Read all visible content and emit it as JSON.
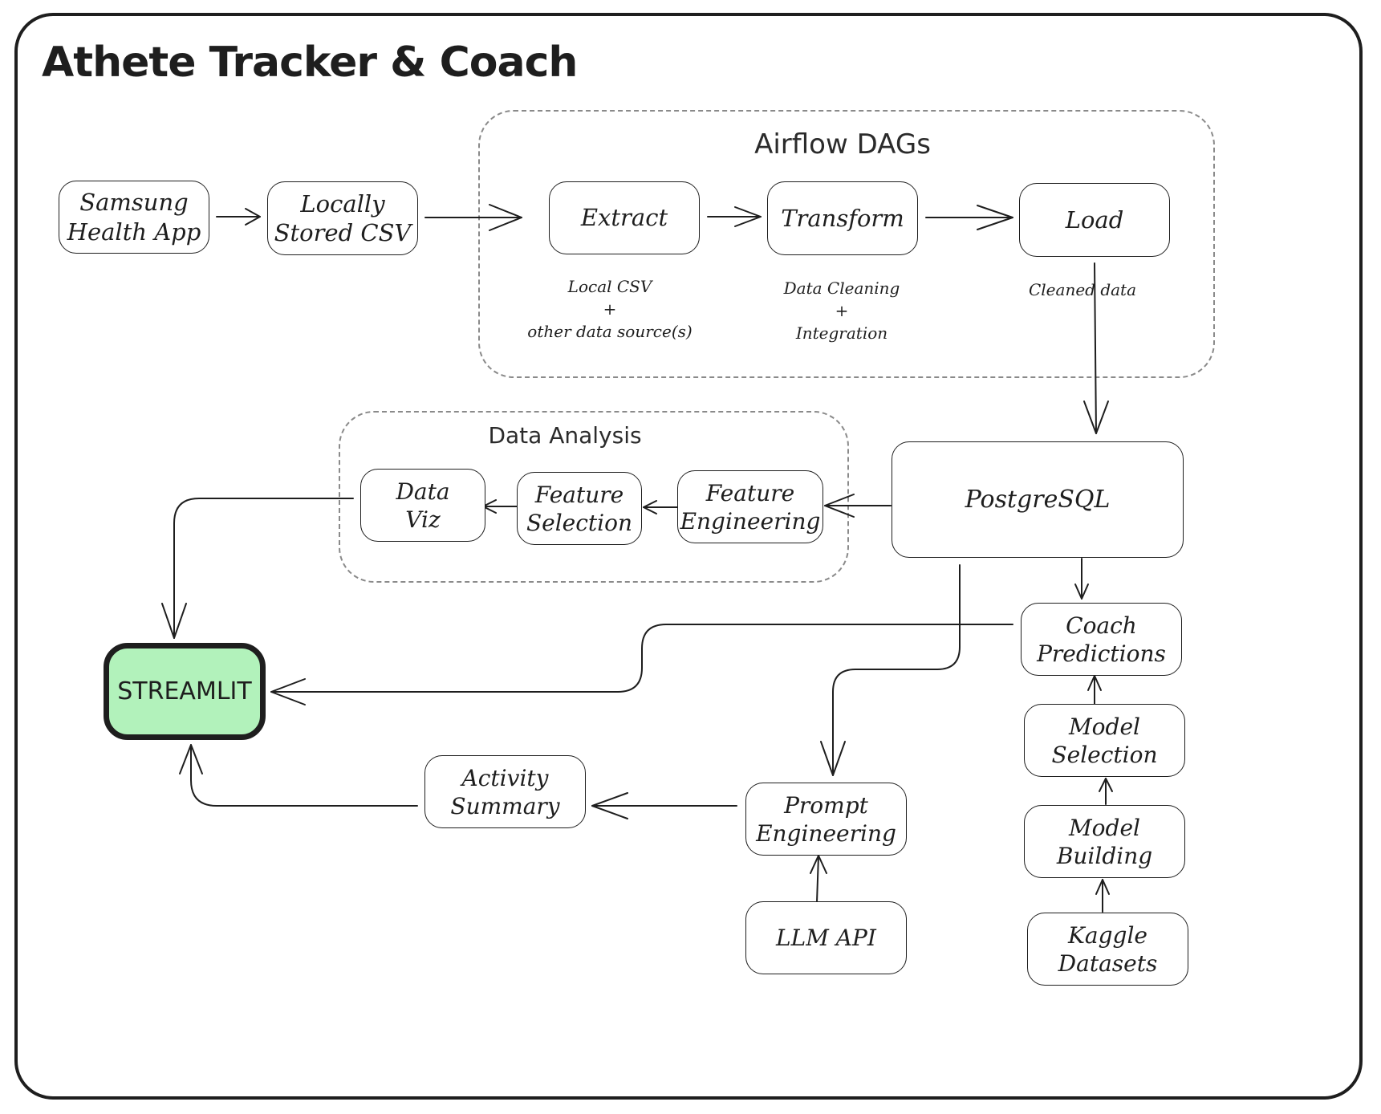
{
  "title": "Athete Tracker & Coach",
  "groups": {
    "airflow": "Airflow DAGs",
    "analysis": "Data Analysis"
  },
  "nodes": {
    "samsung": "Samsung\nHealth App",
    "csv": "Locally\nStored CSV",
    "extract": "Extract",
    "transform": "Transform",
    "load": "Load",
    "postgres": "PostgreSQL",
    "feature_eng": "Feature\nEngineering",
    "feature_sel": "Feature\nSelection",
    "dataviz": "Data\nViz",
    "streamlit": "STREAMLIT",
    "coach": "Coach\nPredictions",
    "model_sel": "Model\nSelection",
    "model_build": "Model\nBuilding",
    "kaggle": "Kaggle\nDatasets",
    "prompt": "Prompt\nEngineering",
    "llm": "LLM API",
    "activity": "Activity\nSummary"
  },
  "notes": {
    "extract": "Local CSV\n+\nother data source(s)",
    "transform": "Data Cleaning\n+\nIntegration",
    "load": "Cleaned data"
  },
  "colors": {
    "stroke": "#1e1e1e",
    "streamlit_fill": "#b2f2bb",
    "group_border": "#8a8a8a"
  }
}
